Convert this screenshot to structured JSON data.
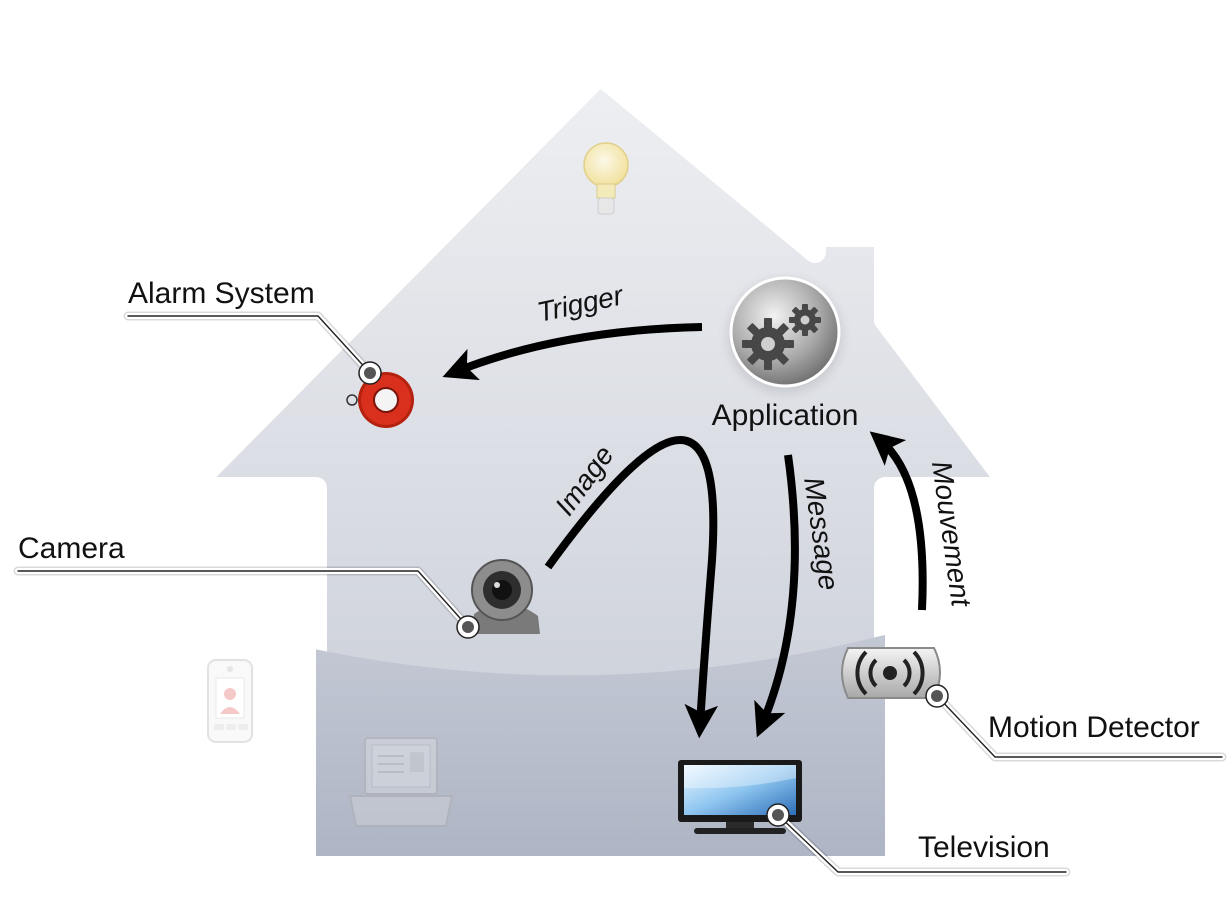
{
  "diagram": {
    "labels": {
      "alarm_system": "Alarm System",
      "camera": "Camera",
      "application": "Application",
      "motion_detector": "Motion Detector",
      "television": "Television"
    },
    "flows": {
      "trigger": "Trigger",
      "image": "Image",
      "message": "Message",
      "mouvement": "Mouvement"
    },
    "icons": {
      "bulb": "light-bulb-icon",
      "alarm": "alarm-bell-icon",
      "gears": "gears-icon",
      "camera": "webcam-icon",
      "motion": "motion-sensor-icon",
      "tv": "television-icon",
      "phone": "phone-icon",
      "laptop": "laptop-icon"
    },
    "colors": {
      "house_fill_top": "#e9eaee",
      "house_fill_bottom": "#aeb4c3",
      "arrow": "#000000",
      "alarm_red": "#cc2a1a"
    }
  }
}
